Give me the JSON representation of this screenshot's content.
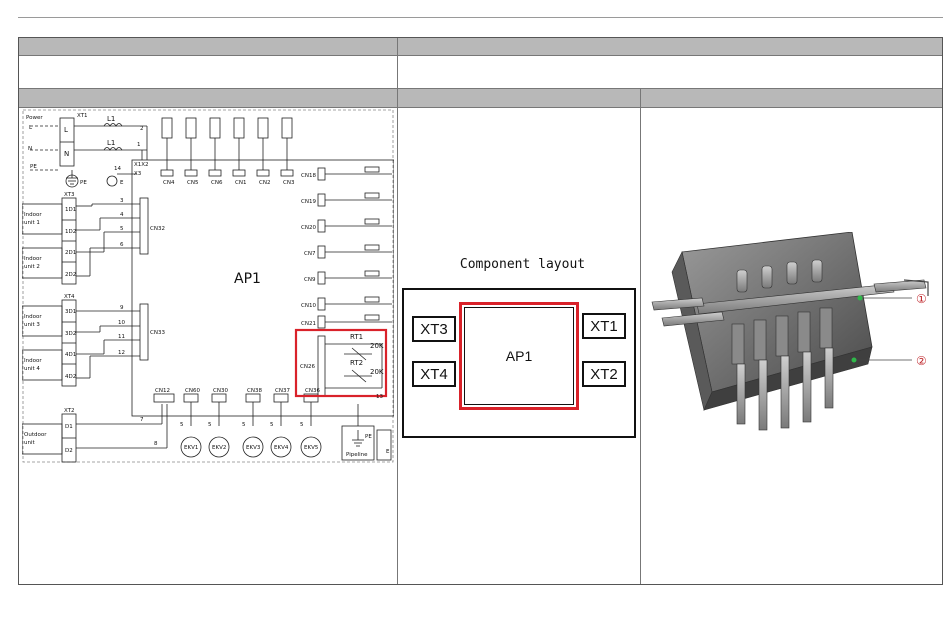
{
  "wiring": {
    "power_label": "Power",
    "l_label": "L",
    "n_label": "N",
    "pe_label": "PE",
    "xt1": "XT1",
    "xt2": "XT2",
    "xt3": "XT3",
    "xt4": "XT4",
    "l1": "L1",
    "e_label": "E",
    "x1x2": "X1X2",
    "x3": "X3",
    "wire_2": "2",
    "wire_1": "1",
    "wire_14": "14",
    "indoor1": [
      "Indoor",
      "unit 1"
    ],
    "indoor2": [
      "Indoor",
      "unit 2"
    ],
    "indoor3": [
      "Indoor",
      "unit 3"
    ],
    "indoor4": [
      "Indoor",
      "unit 4"
    ],
    "outdoor": [
      "Outdoor",
      "unit"
    ],
    "xt3_terms": [
      "1D1",
      "1D2",
      "2D1",
      "2D2"
    ],
    "xt4_terms": [
      "3D1",
      "3D2",
      "4D1",
      "4D2"
    ],
    "xt2_terms": [
      "D1",
      "D2"
    ],
    "wire_nums_a": [
      "3",
      "4",
      "5",
      "6"
    ],
    "wire_nums_b": [
      "9",
      "10",
      "11",
      "12"
    ],
    "wire_7": "7",
    "wire_8": "8",
    "wire_5": "5",
    "wire_13": "13",
    "cn32": "CN32",
    "cn33": "CN33",
    "cn12": "CN12",
    "ap1": "AP1",
    "top_cn": [
      "CN4",
      "CN5",
      "CN6",
      "CN1",
      "CN2",
      "CN3"
    ],
    "right_cn": [
      "CN18",
      "CN19",
      "CN20",
      "CN7",
      "CN9",
      "CN10",
      "CN21"
    ],
    "cn26": "CN26",
    "rt1": "RT1",
    "rt2": "RT2",
    "r20k": "20K",
    "bottom_cn": [
      "CN60",
      "CN30",
      "CN38",
      "CN37",
      "CN36"
    ],
    "ekv": [
      "EKV1",
      "EKV2",
      "EKV3",
      "EKV4",
      "EKV5"
    ],
    "pipeline": "Pipeline",
    "pipe_pe": "PE",
    "right_edge": "E"
  },
  "layout": {
    "title": "Component layout",
    "ap1": "AP1",
    "xt1": "XT1",
    "xt2": "XT2",
    "xt3": "XT3",
    "xt4": "XT4"
  },
  "photo": {
    "marker1": "①",
    "marker2": "②"
  }
}
